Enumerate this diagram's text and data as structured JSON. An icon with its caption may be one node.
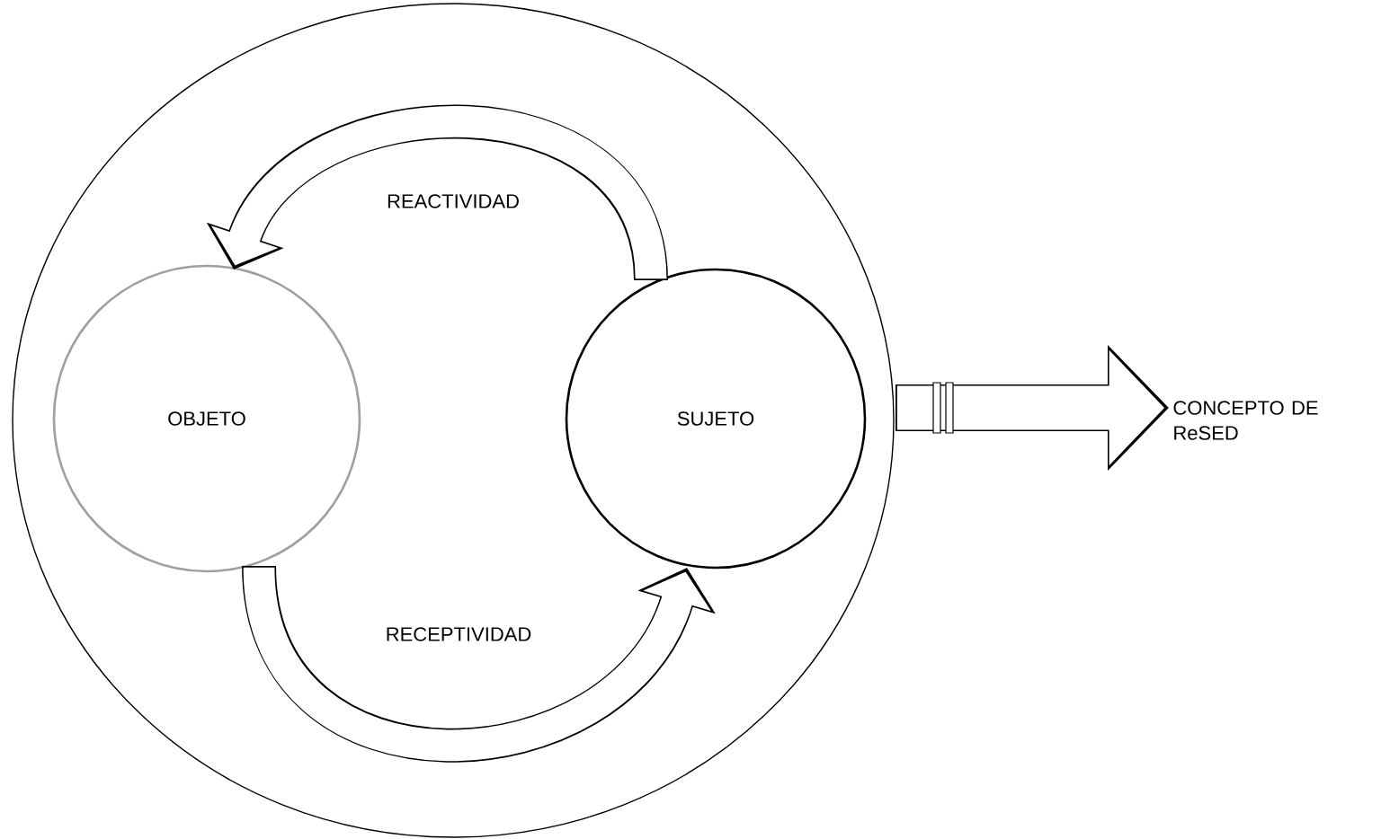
{
  "diagram": {
    "nodes": [
      {
        "text": [],
        "shape": "circle"
      },
      {
        "text": [
          "OBJETO"
        ],
        "in": 0
      },
      {
        "text": [
          "SUJETO"
        ],
        "in": 0
      },
      {
        "text": [
          "CONCEPTO DE ReSED"
        ]
      }
    ],
    "edges": [
      {
        "from": 2,
        "to": 1,
        "arrow": "to",
        "label": "REACTIVIDAD"
      },
      {
        "from": 1,
        "to": 2,
        "arrow": "to",
        "label": "RECEPTIVIDAD"
      },
      {
        "from": 0,
        "to": 3,
        "arrow": "to",
        "color": "#000000"
      }
    ]
  }
}
